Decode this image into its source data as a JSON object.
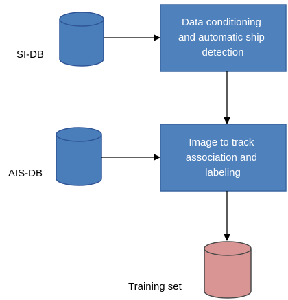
{
  "nodes": {
    "si_db": {
      "label": "SI-DB",
      "fill": "#4a7ebb",
      "stroke": "#2f5597"
    },
    "ais_db": {
      "label": "AIS-DB",
      "fill": "#4a7ebb",
      "stroke": "#2f5597"
    },
    "training_set": {
      "label": "Training set",
      "fill": "#d99594",
      "stroke": "#4a4a4a"
    },
    "detection": {
      "lines": [
        "Data conditioning",
        "and automatic ship",
        "detection"
      ],
      "fill": "#4f81bd",
      "stroke": "#3a66a0"
    },
    "association": {
      "lines": [
        "Image to track",
        "association and",
        "labeling"
      ],
      "fill": "#4f81bd",
      "stroke": "#3a66a0"
    }
  },
  "edges": [
    {
      "from": "SI-DB",
      "to": "Data conditioning and automatic ship detection"
    },
    {
      "from": "Data conditioning and automatic ship detection",
      "to": "Image to track association and labeling"
    },
    {
      "from": "AIS-DB",
      "to": "Image to track association and labeling"
    },
    {
      "from": "Image to track association and labeling",
      "to": "Training set"
    }
  ],
  "colors": {
    "arrow": "#000000"
  }
}
